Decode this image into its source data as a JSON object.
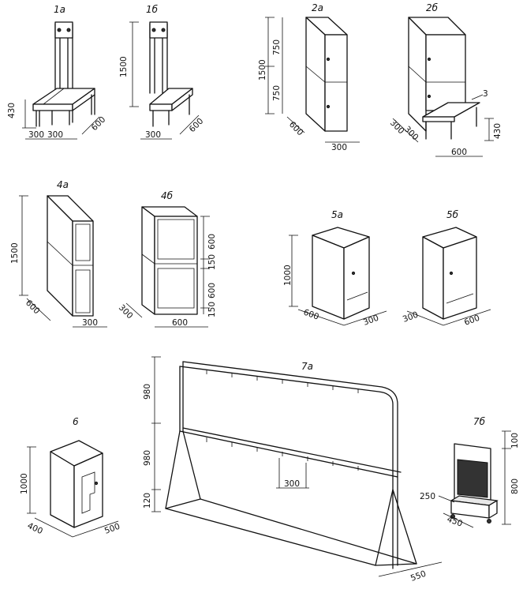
{
  "figures": {
    "f1a": {
      "label": "1а",
      "dims": [
        "430",
        "300",
        "300",
        "600"
      ]
    },
    "f1b": {
      "label": "1б",
      "dims": [
        "1500",
        "300",
        "600"
      ]
    },
    "f2a": {
      "label": "2а",
      "dims": [
        "1500",
        "750",
        "750",
        "600",
        "300"
      ]
    },
    "f2b": {
      "label": "2б",
      "dims": [
        "3",
        "430",
        "300",
        "300",
        "600"
      ]
    },
    "f4a": {
      "label": "4а",
      "dims": [
        "1500",
        "600",
        "300"
      ]
    },
    "f4b": {
      "label": "4б",
      "dims": [
        "600",
        "150",
        "600",
        "150",
        "300",
        "600"
      ]
    },
    "f5a": {
      "label": "5а",
      "dims": [
        "1000",
        "600",
        "300"
      ]
    },
    "f5b": {
      "label": "5б",
      "dims": [
        "300",
        "600"
      ]
    },
    "f6": {
      "label": "6",
      "dims": [
        "1000",
        "400",
        "500"
      ]
    },
    "f7a": {
      "label": "7а",
      "dims": [
        "980",
        "980",
        "120",
        "300",
        "550"
      ]
    },
    "f7b": {
      "label": "7б",
      "dims": [
        "100",
        "800",
        "250",
        "450"
      ]
    }
  }
}
